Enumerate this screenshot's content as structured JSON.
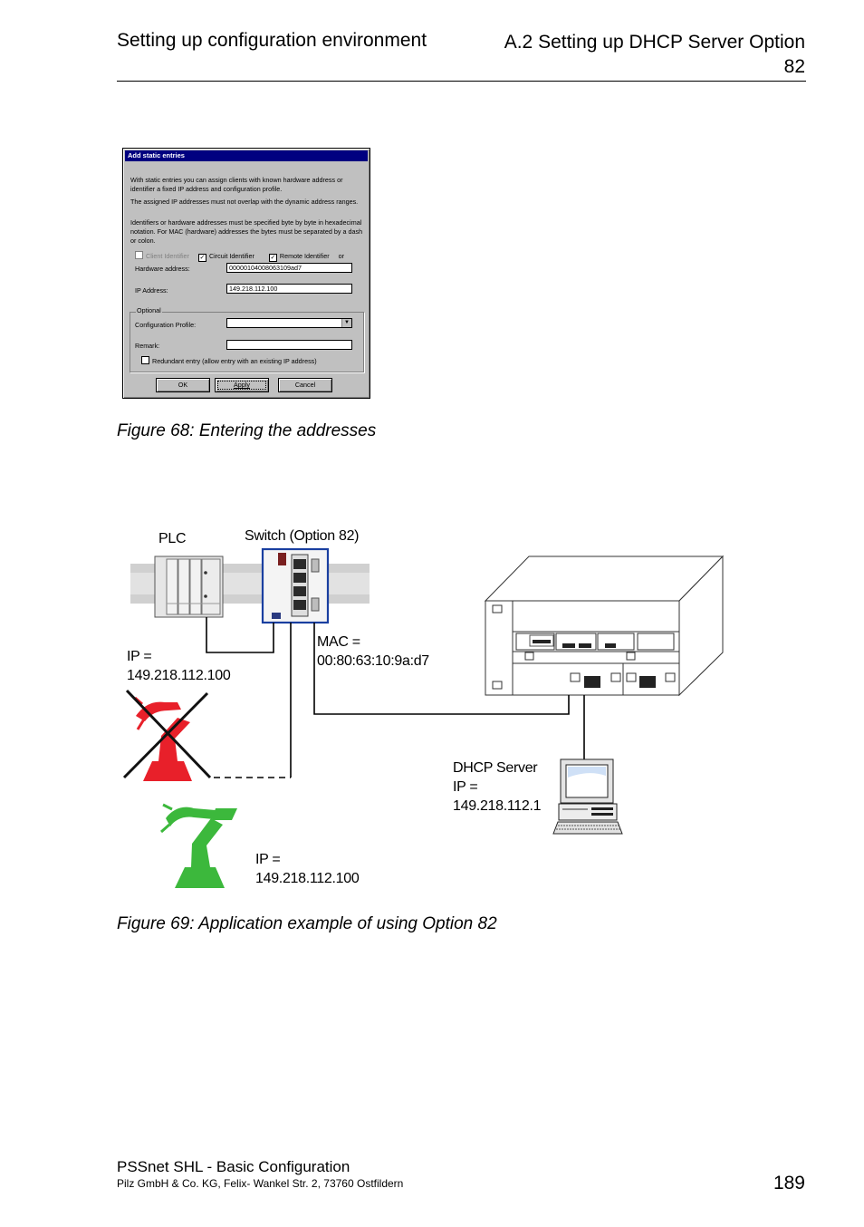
{
  "header": {
    "section_left": "Setting up configuration environment",
    "section_right_line1": "A.2 Setting up DHCP Server Option",
    "section_right_line2": "82"
  },
  "dialog": {
    "title": "Add static entries",
    "para1": "With static entries you can assign clients with known hardware address or identifier a fixed IP address and configuration profile.",
    "para2": "The assigned IP addresses must not overlap with the dynamic address ranges.",
    "para3": "Identifiers or hardware addresses must be specified byte by byte in hexadecimal notation. For MAC (hardware) addresses the bytes must be separated by a dash or colon.",
    "checks": {
      "client_identifier": "Client Identifier",
      "circuit_identifier": "Circuit Identifier",
      "remote_identifier": "Remote Identifier",
      "or_label": "or"
    },
    "hardware_address_label": "Hardware address:",
    "hardware_address_value": "00000104008063109ad7",
    "ip_address_label": "IP Address:",
    "ip_address_value": "149.218.112.100",
    "optional_legend": "Optional",
    "config_profile_label": "Configuration Profile:",
    "config_profile_value": "",
    "remark_label": "Remark:",
    "remark_value": "",
    "redundant_label": "Redundant entry (allow entry with an existing IP address)",
    "buttons": {
      "ok": "OK",
      "apply": "Apply",
      "cancel": "Cancel"
    }
  },
  "figure68_caption": "Figure 68: Entering the addresses",
  "diagram": {
    "plc_label": "PLC",
    "switch_label": "Switch (Option 82)",
    "ip_label_top_1": "IP =",
    "ip_label_top_2": "149.218.112.100",
    "mac_label_1": "MAC =",
    "mac_label_2": "00:80:63:10:9a:d7",
    "dhcp_label_1": "DHCP Server",
    "dhcp_label_2": "IP =",
    "dhcp_label_3": "149.218.112.1",
    "ip_label_bottom_1": "IP =",
    "ip_label_bottom_2": "149.218.112.100",
    "colors": {
      "robot_old": "#e8202a",
      "robot_new": "#3cb83c",
      "switch_border": "#1a3fa0"
    }
  },
  "figure69_caption": "Figure 69: Application example of using Option 82",
  "footer": {
    "title": "PSSnet SHL - Basic Configuration",
    "company": "Pilz GmbH & Co. KG, Felix- Wankel Str. 2, 73760 Ostfildern",
    "page_number": "189"
  }
}
